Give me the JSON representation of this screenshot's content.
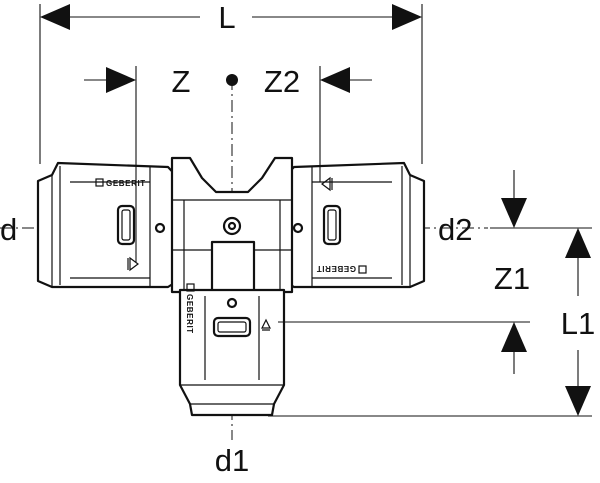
{
  "dimensions": {
    "overall_length": "L",
    "center_offset_left": "Z",
    "center_offset_right": "Z2",
    "branch_offset": "Z1",
    "branch_length": "L1"
  },
  "diameters": {
    "left_port": "d",
    "right_port": "d2",
    "branch_port": "d1"
  },
  "brand": {
    "left": "GEBERIT",
    "right": "GEBERIT",
    "branch": "GEBERIT"
  },
  "colors": {
    "line": "#111111",
    "background": "#ffffff"
  }
}
